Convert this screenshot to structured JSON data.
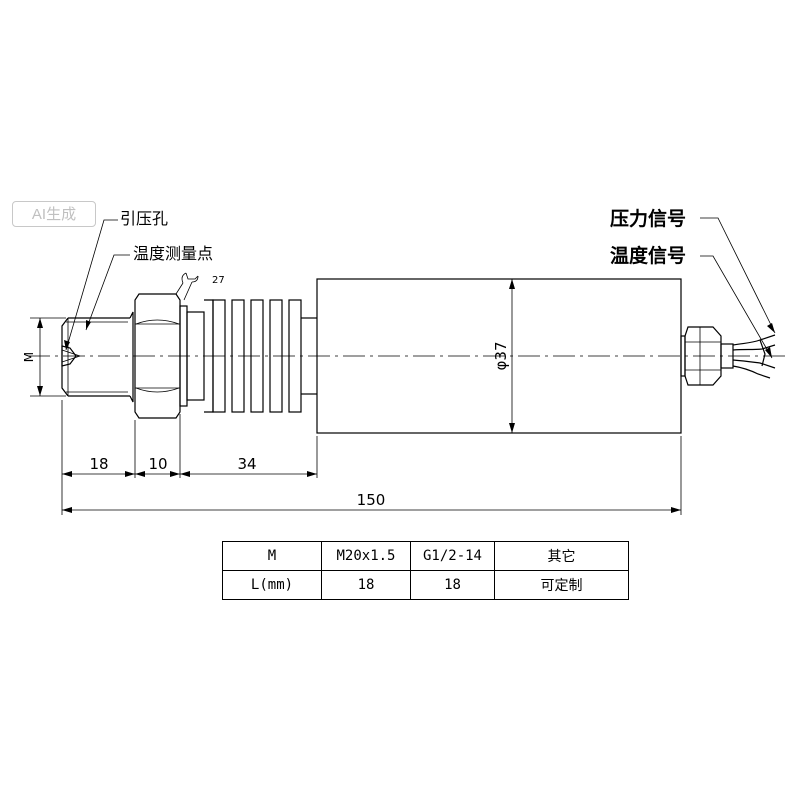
{
  "badge": "AI生成",
  "callouts": {
    "pressure_port": "引压孔",
    "temp_point": "温度测量点",
    "pressure_signal": "压力信号",
    "temp_signal": "温度信号",
    "wrench": "27"
  },
  "dimensions": {
    "thread": "M",
    "diameter": "φ37",
    "d18": "18",
    "d10": "10",
    "d34": "34",
    "total": "150"
  },
  "table": {
    "rows": [
      [
        "M",
        "M20x1.5",
        "G1/2-14",
        "其它"
      ],
      [
        "L(mm)",
        "18",
        "18",
        "可定制"
      ]
    ]
  }
}
